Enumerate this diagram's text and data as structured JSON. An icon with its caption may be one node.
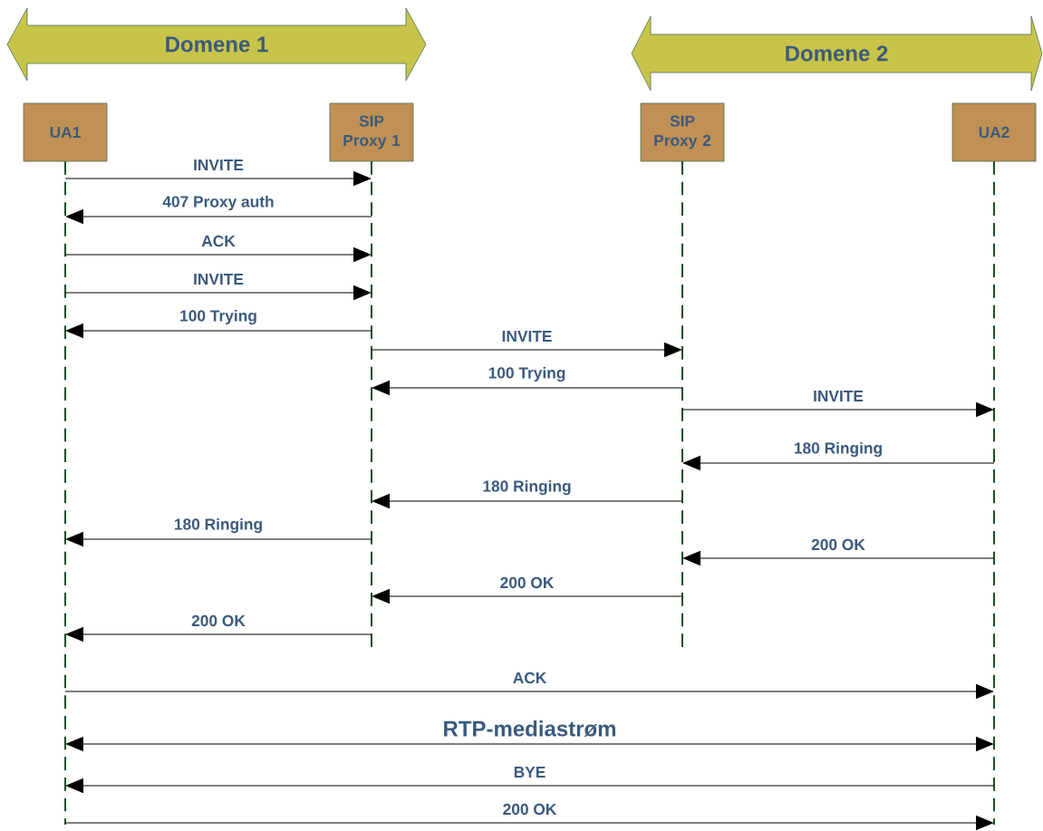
{
  "diagram": {
    "nodes": [
      {
        "text": [
          "Domene 1"
        ]
      },
      {
        "text": [
          "Domene 2"
        ]
      },
      {
        "text": [
          "UA1"
        ]
      },
      {
        "text": [
          "SIP Proxy 1"
        ]
      },
      {
        "text": [
          "SIP Proxy 2"
        ]
      },
      {
        "text": [
          "UA2"
        ]
      }
    ],
    "edges": [
      {
        "from": 2,
        "to": 3,
        "arrow": "to",
        "label": "INVITE"
      },
      {
        "from": 3,
        "to": 2,
        "arrow": "to",
        "label": "407 Proxy auth"
      },
      {
        "from": 2,
        "to": 3,
        "arrow": "to",
        "label": "ACK"
      },
      {
        "from": 2,
        "to": 3,
        "arrow": "to",
        "label": "INVITE"
      },
      {
        "from": 3,
        "to": 2,
        "arrow": "to",
        "label": "100 Trying"
      },
      {
        "from": 3,
        "to": 4,
        "arrow": "to",
        "label": "INVITE"
      },
      {
        "from": 4,
        "to": 3,
        "arrow": "to",
        "label": "100 Trying"
      },
      {
        "from": 4,
        "to": 5,
        "arrow": "to",
        "label": "INVITE"
      },
      {
        "from": 5,
        "to": 4,
        "arrow": "to",
        "label": "180 Ringing"
      },
      {
        "from": 4,
        "to": 3,
        "arrow": "to",
        "label": "180 Ringing"
      },
      {
        "from": 3,
        "to": 2,
        "arrow": "to",
        "label": "180 Ringing"
      },
      {
        "from": 5,
        "to": 4,
        "arrow": "to",
        "label": "200 OK"
      },
      {
        "from": 4,
        "to": 3,
        "arrow": "to",
        "label": "200 OK"
      },
      {
        "from": 3,
        "to": 2,
        "arrow": "to",
        "label": "200 OK"
      },
      {
        "from": 2,
        "to": 5,
        "arrow": "to",
        "label": "ACK"
      },
      {
        "from": 2,
        "to": 5,
        "arrow": "both",
        "label": "RTP-mediastrøm"
      },
      {
        "from": 5,
        "to": 2,
        "arrow": "to",
        "label": "BYE"
      },
      {
        "from": 2,
        "to": 5,
        "arrow": "to",
        "label": "200 OK"
      }
    ]
  }
}
